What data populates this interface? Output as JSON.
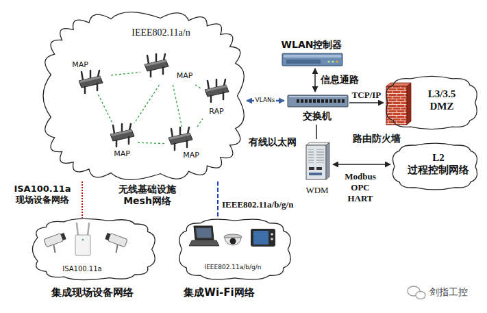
{
  "diagram": {
    "nodes": [
      {
        "text": [
          "IEEE802.11a/n",
          "无线基础设施 Mesh网络"
        ]
      },
      {
        "text": [
          "MAP"
        ],
        "in": 0
      },
      {
        "text": [
          "MAP"
        ],
        "in": 0
      },
      {
        "text": [
          "RAP"
        ],
        "in": 0
      },
      {
        "text": [
          "MAP"
        ],
        "in": 0
      },
      {
        "text": [
          "MAP"
        ],
        "in": 0
      },
      {
        "text": [
          "WLAN控制器"
        ]
      },
      {
        "text": [
          "交换机"
        ]
      },
      {
        "text": [
          "L3/3.5 DMZ"
        ]
      },
      {
        "text": [
          "WDM"
        ]
      },
      {
        "text": [
          "L2 过程控制网络"
        ]
      },
      {
        "text": [
          "ISA100.11a",
          "集成现场设备网络"
        ]
      },
      {
        "text": [
          "IEEE802.11a/b/g/n",
          "集成Wi-Fi网络"
        ]
      }
    ],
    "edges": [
      {
        "from": 0,
        "to": 7,
        "label": "VLANs",
        "arrow": "both"
      },
      {
        "from": 6,
        "to": 7,
        "label": "信息通路",
        "arrow": "both"
      },
      {
        "from": 7,
        "to": 8,
        "label": "TCP/IP",
        "arrow": "to"
      },
      {
        "from": 7,
        "to": 9,
        "arrow": "none"
      },
      {
        "from": 9,
        "to": 10,
        "label": "Modbus OPC HART",
        "arrow": "both"
      },
      {
        "from": 0,
        "to": 11,
        "label": "ISA100.11a 现场设备网络",
        "arrow": "none"
      },
      {
        "from": 0,
        "to": 12,
        "label": "IEEE802.11a/b/g/n",
        "arrow": "none"
      },
      {
        "from": 1,
        "to": 2,
        "arrow": "none"
      },
      {
        "from": 2,
        "to": 3,
        "arrow": "none"
      },
      {
        "from": 1,
        "to": 4,
        "arrow": "none"
      },
      {
        "from": 2,
        "to": 4,
        "arrow": "none"
      },
      {
        "from": 2,
        "to": 5,
        "arrow": "none"
      },
      {
        "from": 4,
        "to": 5,
        "arrow": "none"
      },
      {
        "from": 5,
        "to": 3,
        "arrow": "none"
      }
    ],
    "labels": [
      "路由防火墙",
      "有线以太网",
      "剑指工控"
    ]
  }
}
